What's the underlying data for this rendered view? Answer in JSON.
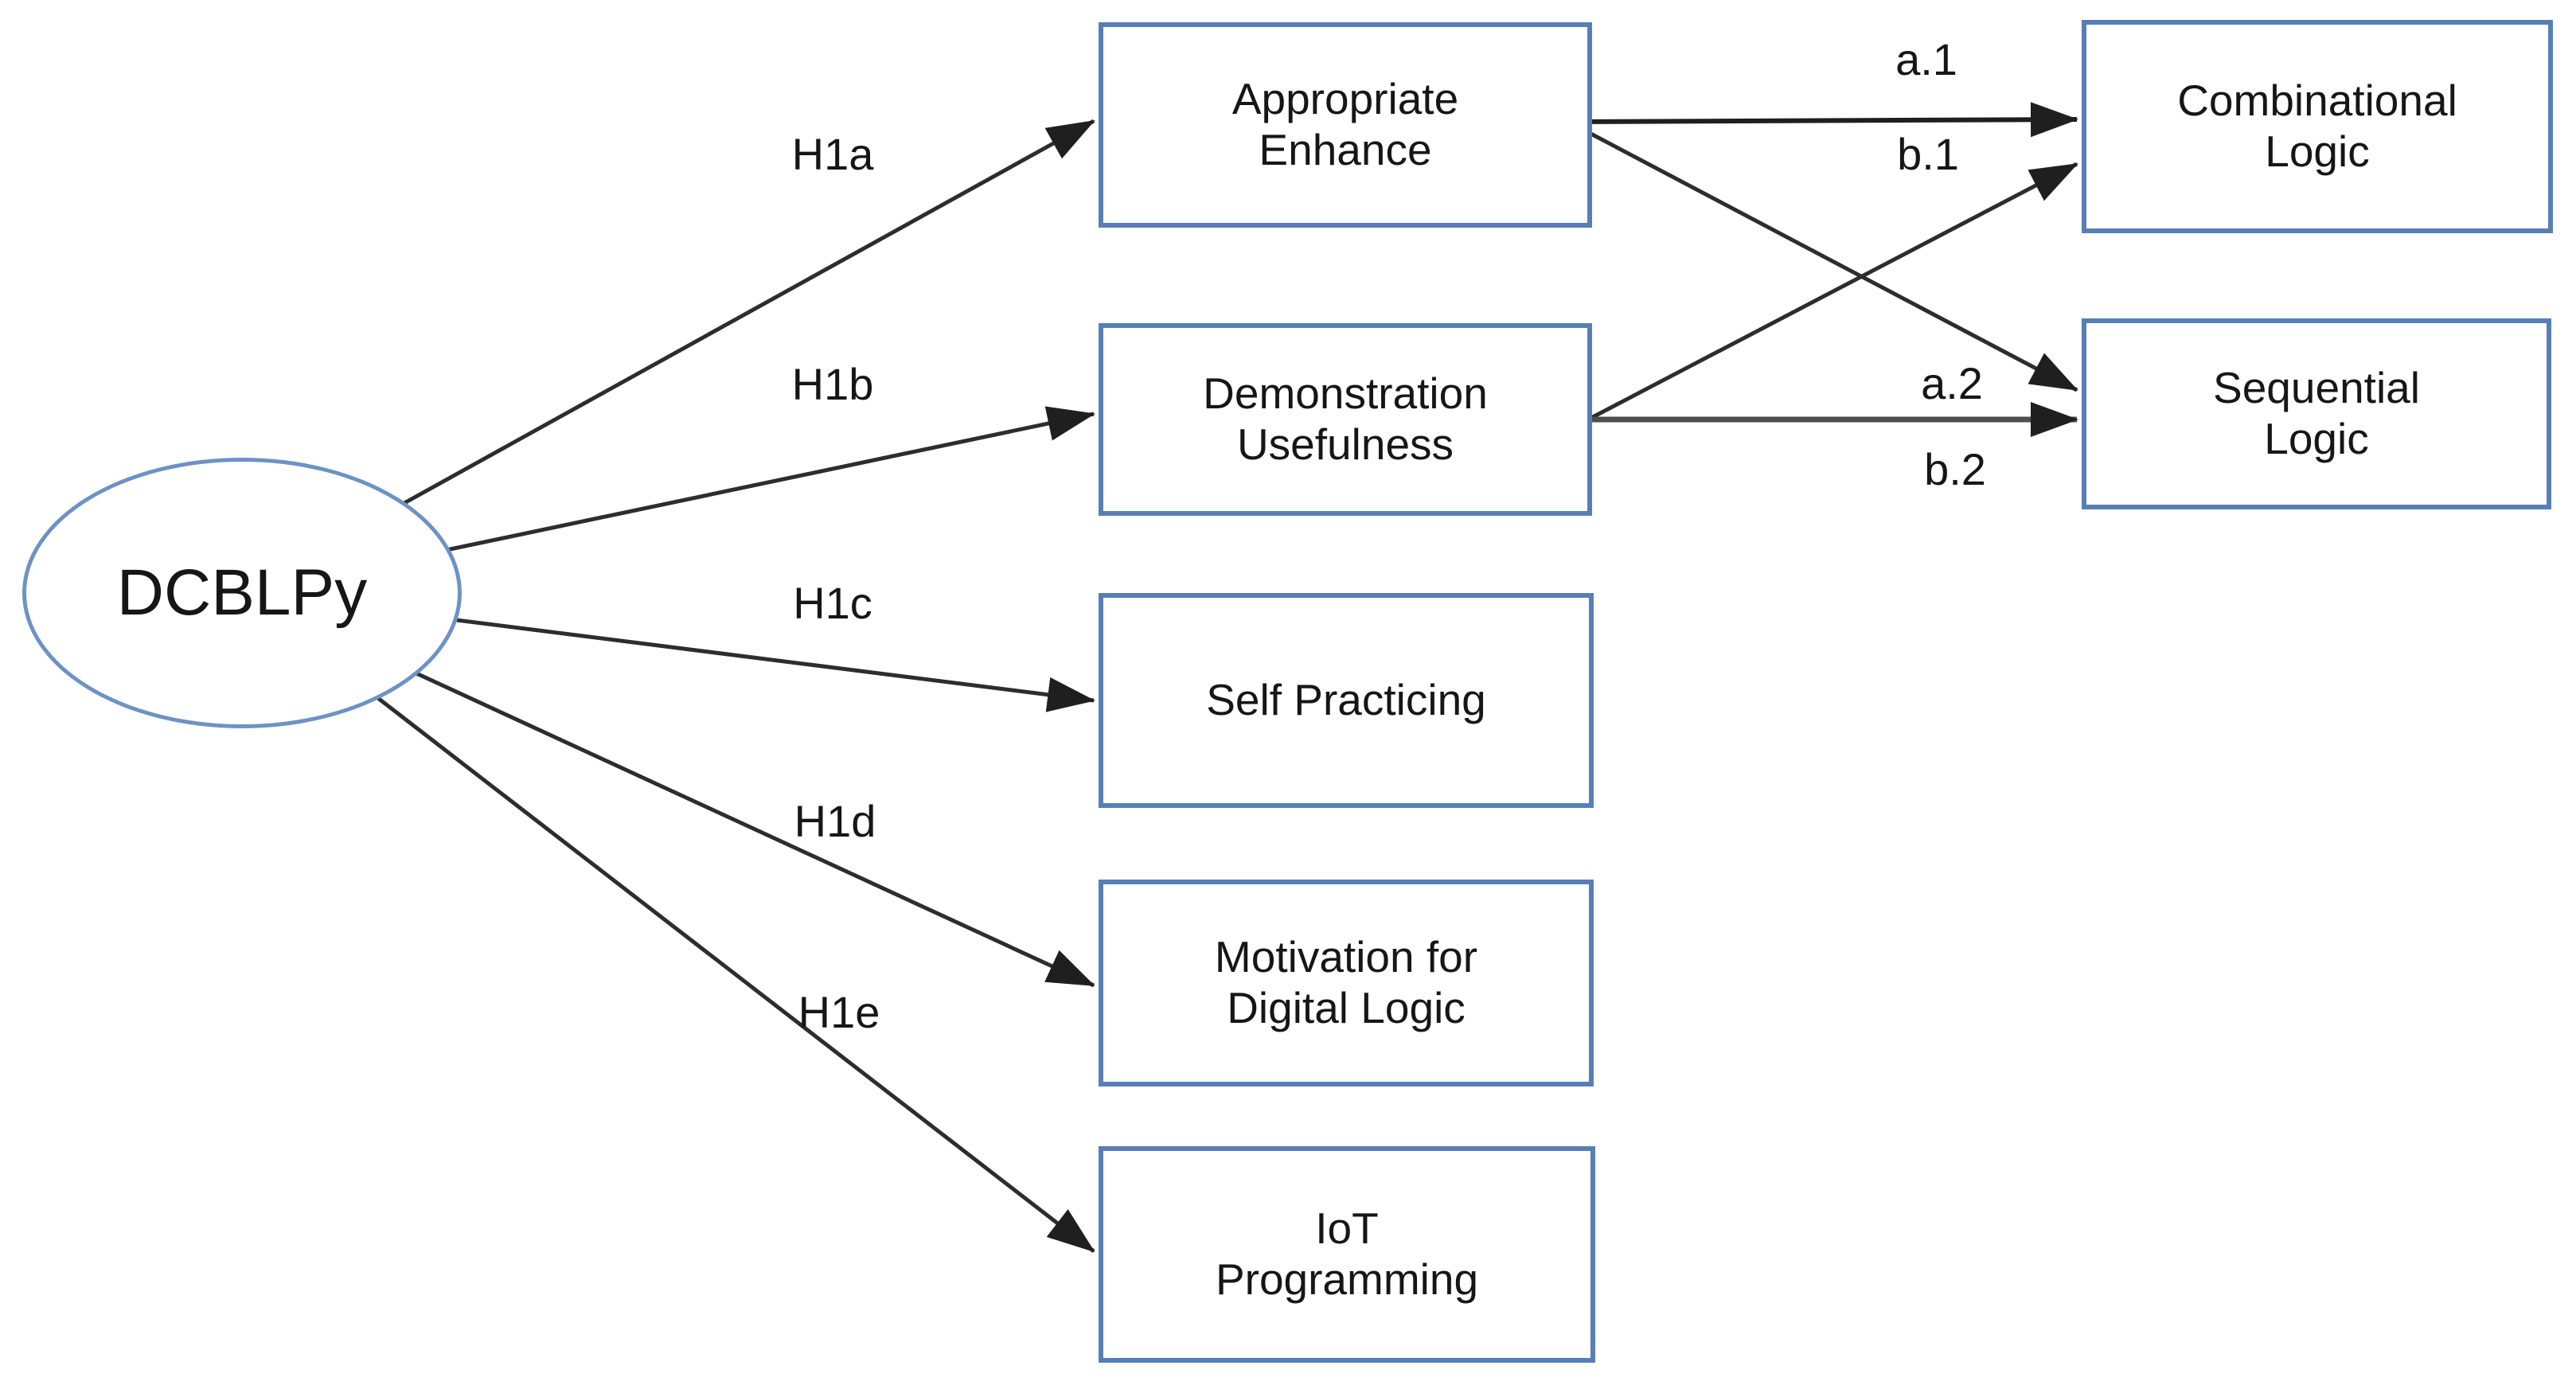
{
  "diagram_type": "hypothesis-path-model",
  "colors": {
    "bg": "#ffffff",
    "node_border": "#587fb5",
    "ellipse_border": "#6d92c3",
    "arrow": "#2d2d2d",
    "arrow_dark": "#1f1f1f",
    "arrow_muted": "#4e4e4e",
    "text": "#161616"
  },
  "nodes": {
    "source": {
      "label": "DCBLPy",
      "shape": "ellipse"
    },
    "mediators": [
      {
        "label": "Appropriate\nEnhance"
      },
      {
        "label": "Demonstration\nUsefulness"
      },
      {
        "label": "Self Practicing"
      },
      {
        "label": "Motivation for\nDigital Logic"
      },
      {
        "label": "IoT\nProgramming"
      }
    ],
    "outcomes": [
      {
        "label": "Combinational\nLogic"
      },
      {
        "label": "Sequential\nLogic"
      }
    ]
  },
  "edges": {
    "h1a": {
      "label": "H1a",
      "from": "DCBLPy",
      "to": "Appropriate Enhance"
    },
    "h1b": {
      "label": "H1b",
      "from": "DCBLPy",
      "to": "Demonstration Usefulness"
    },
    "h1c": {
      "label": "H1c",
      "from": "DCBLPy",
      "to": "Self Practicing"
    },
    "h1d": {
      "label": "H1d",
      "from": "DCBLPy",
      "to": "Motivation for Digital Logic"
    },
    "h1e": {
      "label": "H1e",
      "from": "DCBLPy",
      "to": "IoT Programming"
    },
    "a1": {
      "label": "a.1",
      "from": "Appropriate Enhance",
      "to": "Combinational Logic"
    },
    "a2": {
      "label": "a.2",
      "from": "Appropriate Enhance",
      "to": "Sequential Logic"
    },
    "b1": {
      "label": "b.1",
      "from": "Demonstration Usefulness",
      "to": "Combinational Logic"
    },
    "b2": {
      "label": "b.2",
      "from": "Demonstration Usefulness",
      "to": "Sequential Logic"
    }
  }
}
